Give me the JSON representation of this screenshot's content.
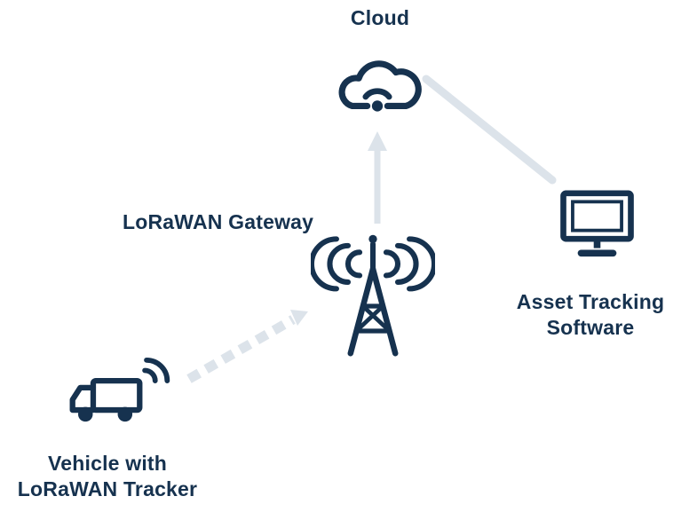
{
  "diagram": {
    "nodes": {
      "cloud": {
        "label": "Cloud",
        "icon": "cloud-wifi-icon"
      },
      "gateway": {
        "label": "LoRaWAN Gateway",
        "icon": "radio-tower-icon"
      },
      "software": {
        "label_line1": "Asset Tracking",
        "label_line2": "Software",
        "icon": "monitor-icon"
      },
      "vehicle": {
        "label_line1": "Vehicle with",
        "label_line2": "LoRaWAN Tracker",
        "icon": "truck-signal-icon"
      }
    },
    "connectors": [
      {
        "name": "gateway-to-cloud",
        "style": "solid",
        "arrowhead": "up"
      },
      {
        "name": "cloud-to-software",
        "style": "solid",
        "arrowhead": "none"
      },
      {
        "name": "vehicle-to-gateway",
        "style": "dashed",
        "arrowhead": "toward-gateway"
      }
    ],
    "colors": {
      "primary": "#16324f",
      "connector": "#dce3ea",
      "background": "#ffffff"
    }
  }
}
